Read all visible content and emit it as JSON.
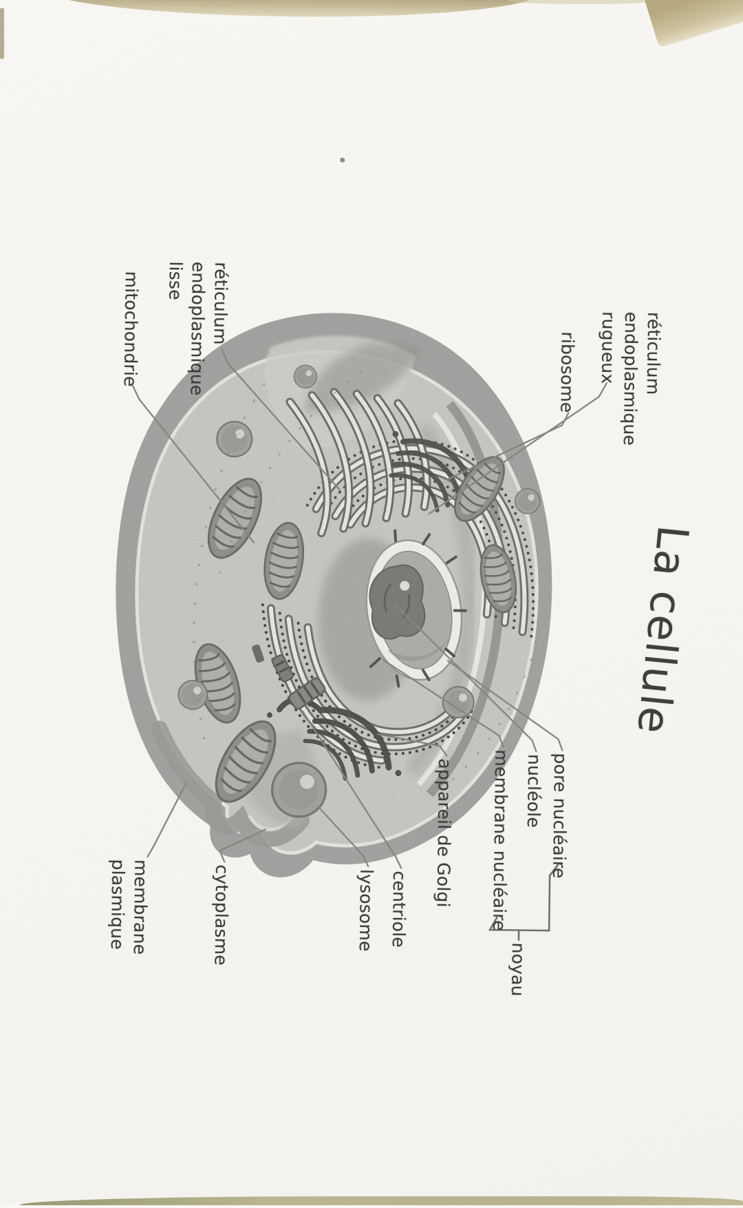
{
  "page": {
    "title": "La cellule",
    "language": "fr",
    "kind": "scanned cell diagram worksheet"
  },
  "diagram": {
    "labels": {
      "reticulum_rugueux": {
        "lines": [
          "réticulum",
          "endoplasmique",
          "rugueux"
        ]
      },
      "ribosome": {
        "lines": [
          "ribosome"
        ]
      },
      "reticulum_lisse": {
        "lines": [
          "réticulum",
          "endoplasmique",
          "lisse"
        ]
      },
      "mitochondrie": {
        "lines": [
          "mitochondrie"
        ]
      },
      "pore_nucleaire": {
        "lines": [
          "pore nucléaire"
        ]
      },
      "nucleole": {
        "lines": [
          "nucléole"
        ]
      },
      "membrane_nucleaire": {
        "lines": [
          "membrane nucléaire"
        ]
      },
      "noyau": {
        "lines": [
          "noyau"
        ]
      },
      "appareil_golgi": {
        "lines": [
          "appareil de Golgi"
        ]
      },
      "centriole": {
        "lines": [
          "centriole"
        ]
      },
      "lysosome": {
        "lines": [
          "lysosome"
        ]
      },
      "cytoplasme": {
        "lines": [
          "cytoplasme"
        ]
      },
      "membrane_plasmique": {
        "lines": [
          "membrane",
          "plasmique"
        ]
      }
    },
    "colors": {
      "paper": "#f7f6f2",
      "ink": "#3a3a38",
      "leader_line": "#858581",
      "cell_surface": "#a3a2a0",
      "cell_interior": "#c8c7c3",
      "organelle_dark": "#4e4e4b",
      "scan_edge_tan": "#b4a579",
      "scan_edge_olive": "#b2af88"
    }
  }
}
